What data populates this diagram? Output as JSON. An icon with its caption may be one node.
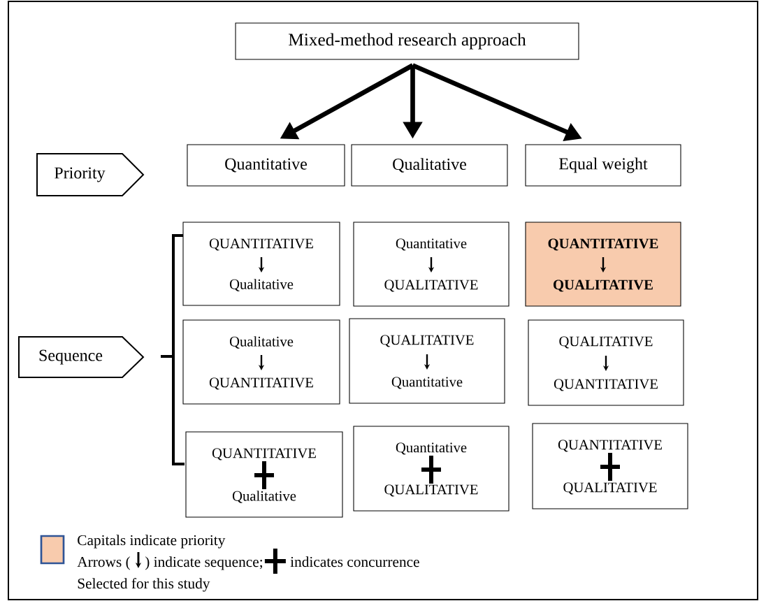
{
  "diagram": {
    "nodes": [
      {
        "text": [
          "Mixed-method research approach"
        ]
      },
      {
        "text": [
          "Priority"
        ]
      },
      {
        "text": [
          "Quantitative"
        ]
      },
      {
        "text": [
          "Qualitative"
        ]
      },
      {
        "text": [
          "Equal weight"
        ]
      },
      {
        "text": [
          "Sequence"
        ]
      },
      {
        "text": [
          "QUANTITATIVE",
          "Qualitative"
        ]
      },
      {
        "text": [
          "Quantitative",
          "QUALITATIVE"
        ]
      },
      {
        "text": [
          "QUANTITATIVE",
          "QUALITATIVE"
        ]
      },
      {
        "text": [
          "Qualitative",
          "QUANTITATIVE"
        ]
      },
      {
        "text": [
          "QUALITATIVE",
          "Quantitative"
        ]
      },
      {
        "text": [
          "QUALITATIVE",
          "QUANTITATIVE"
        ]
      },
      {
        "text": [
          "QUANTITATIVE",
          "Qualitative"
        ]
      },
      {
        "text": [
          "Quantitative",
          "QUALITATIVE"
        ]
      },
      {
        "text": [
          "QUANTITATIVE",
          "QUALITATIVE"
        ]
      }
    ],
    "edges": [
      {
        "from": 0,
        "to": 2,
        "arrow": "to"
      },
      {
        "from": 0,
        "to": 3,
        "arrow": "to"
      },
      {
        "from": 0,
        "to": 4,
        "arrow": "to"
      }
    ],
    "labels": [
      "Capitals indicate priority",
      "Arrows (",
      ") indicate sequence;",
      "indicates concurrence"
    ],
    "legend": [
      {
        "text": "Selected for this study",
        "color": "#f8cbad"
      }
    ]
  }
}
